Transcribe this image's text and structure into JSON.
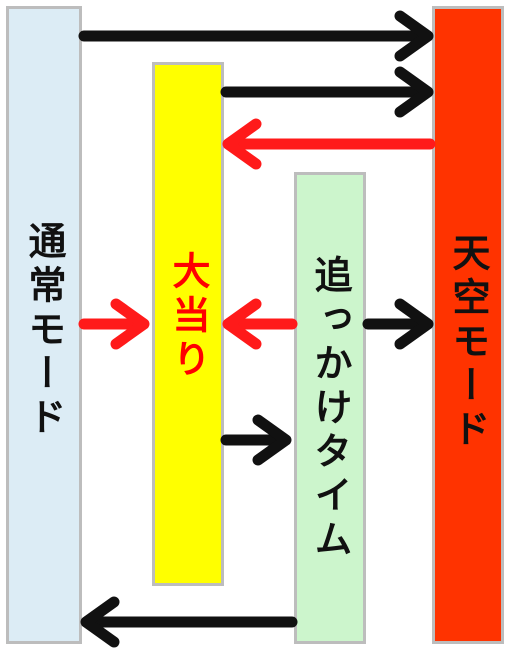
{
  "colors": {
    "normal_fill": "#dcecf5",
    "jackpot_fill": "#ffff00",
    "chase_fill": "#ccf5cc",
    "sky_fill": "#ff3300",
    "border": "#bdbdbd",
    "arrow_black": "#111111",
    "arrow_red": "#ff1a1a",
    "text_dark": "#111111",
    "text_red": "#ff0000"
  },
  "boxes": {
    "normal": {
      "label": "通常モード"
    },
    "jackpot": {
      "label": "大当り"
    },
    "chase": {
      "label": "追っかけタイム"
    },
    "sky": {
      "label": "天空モード"
    }
  },
  "arrows": [
    {
      "from": "normal",
      "to": "sky",
      "color": "arrow_black",
      "direction": "right"
    },
    {
      "from": "jackpot",
      "to": "sky",
      "color": "arrow_black",
      "direction": "right"
    },
    {
      "from": "sky",
      "to": "jackpot",
      "color": "arrow_red",
      "direction": "left"
    },
    {
      "from": "normal",
      "to": "jackpot",
      "color": "arrow_red",
      "direction": "right"
    },
    {
      "from": "chase",
      "to": "jackpot",
      "color": "arrow_red",
      "direction": "left"
    },
    {
      "from": "chase",
      "to": "sky",
      "color": "arrow_black",
      "direction": "right"
    },
    {
      "from": "jackpot",
      "to": "chase",
      "color": "arrow_black",
      "direction": "right"
    },
    {
      "from": "chase",
      "to": "normal",
      "color": "arrow_black",
      "direction": "left"
    }
  ]
}
